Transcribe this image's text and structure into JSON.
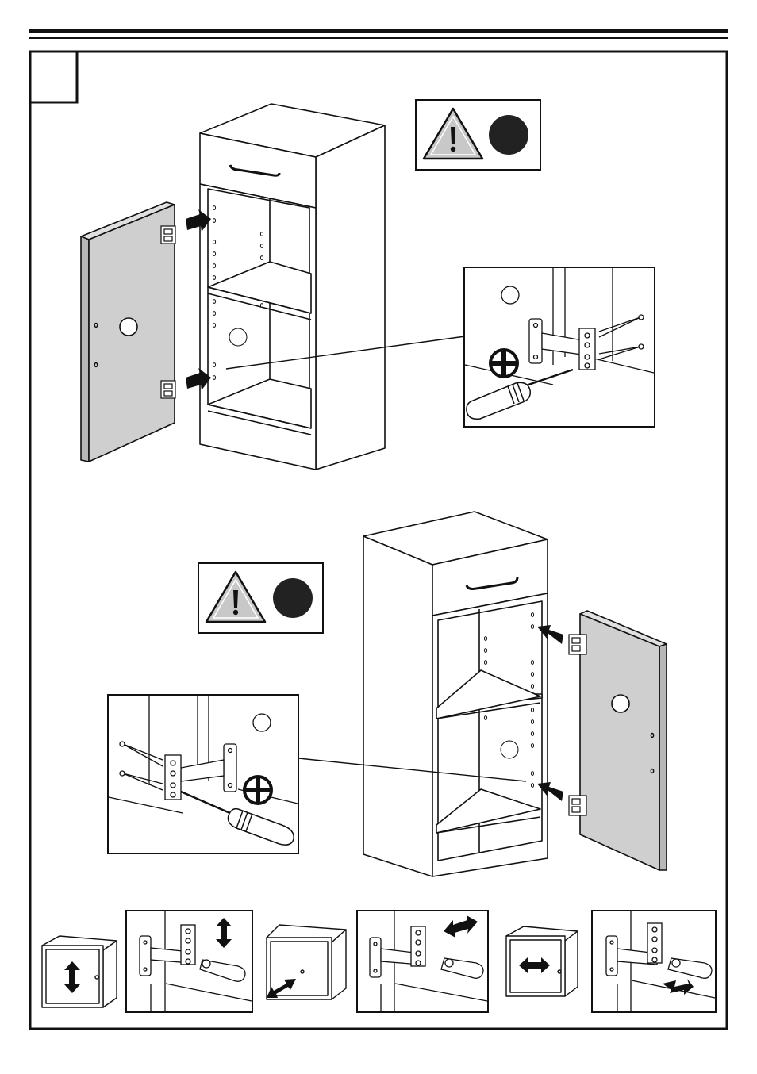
{
  "page": {
    "title": "",
    "step_number": "",
    "header_rule": "double"
  },
  "colors": {
    "ink": "#1a1a1a",
    "panel_fill": "#cfcfcf",
    "warning_triangle": "#c8c8c8",
    "circle_marker": "#222222",
    "background": "#ffffff"
  },
  "icons": {
    "warning": "warning-triangle-icon",
    "phillips": "phillips-screwdriver-icon",
    "arrow": "direction-arrow-icon"
  },
  "adjustments": [
    {
      "cabinet": "vertical-adjust",
      "detail": "vertical-adjust-screw"
    },
    {
      "cabinet": "depth-adjust",
      "detail": "depth-adjust-screw"
    },
    {
      "cabinet": "lateral-adjust",
      "detail": "lateral-adjust-screw"
    }
  ]
}
